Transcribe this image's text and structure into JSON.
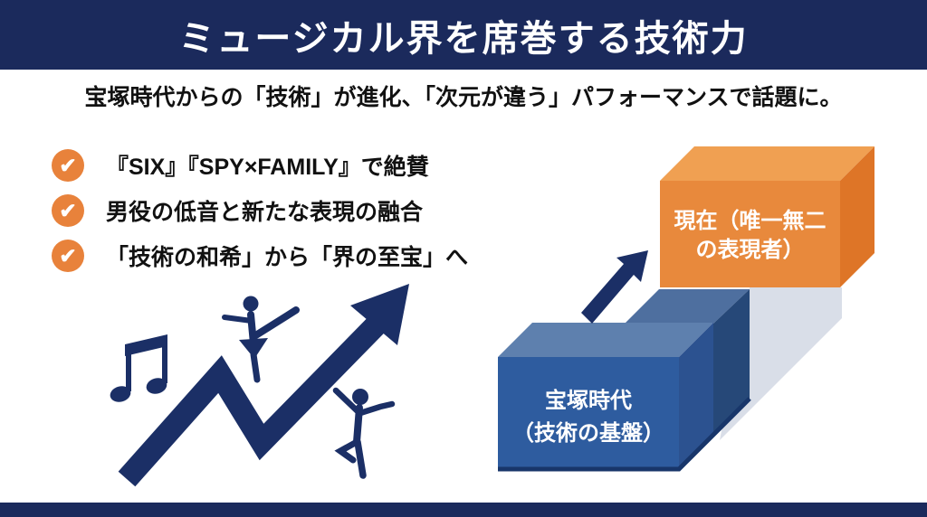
{
  "slide": {
    "title": "ミュージカル界を席巻する技術力",
    "subtitle": "宝塚時代からの「技術」が進化、「次元が違う」パフォーマンスで話題に。"
  },
  "bullets": [
    {
      "icon": "✔",
      "label": "『SIX』『SPY×FAMILY』で絶賛"
    },
    {
      "icon": "✔",
      "label": "男役の低音と新たな表現の融合"
    },
    {
      "icon": "✔",
      "label": "「技術の和希」から「界の至宝」へ"
    }
  ],
  "diagram": {
    "past_box": {
      "line1": "宝塚時代",
      "line2": "（技術の基盤）"
    },
    "present_box": {
      "line1": "現在（唯一無二",
      "line2": "の表現者）"
    }
  },
  "colors": {
    "header_navy": "#1B2A5C",
    "illustration_navy": "#1B2F66",
    "check_orange": "#E8823B",
    "box_orange_front": "#E8893C",
    "box_orange_top": "#F0A052",
    "box_orange_side": "#DE7527",
    "box_blue_front": "#2E5C9F",
    "box_blue_top": "#5E80AE",
    "box_blue_side": "#2C5290",
    "step_top": "#4E6F9F",
    "step_side": "#264878",
    "pillar_gray": "#D9DEE8",
    "text_dark": "#111111"
  }
}
